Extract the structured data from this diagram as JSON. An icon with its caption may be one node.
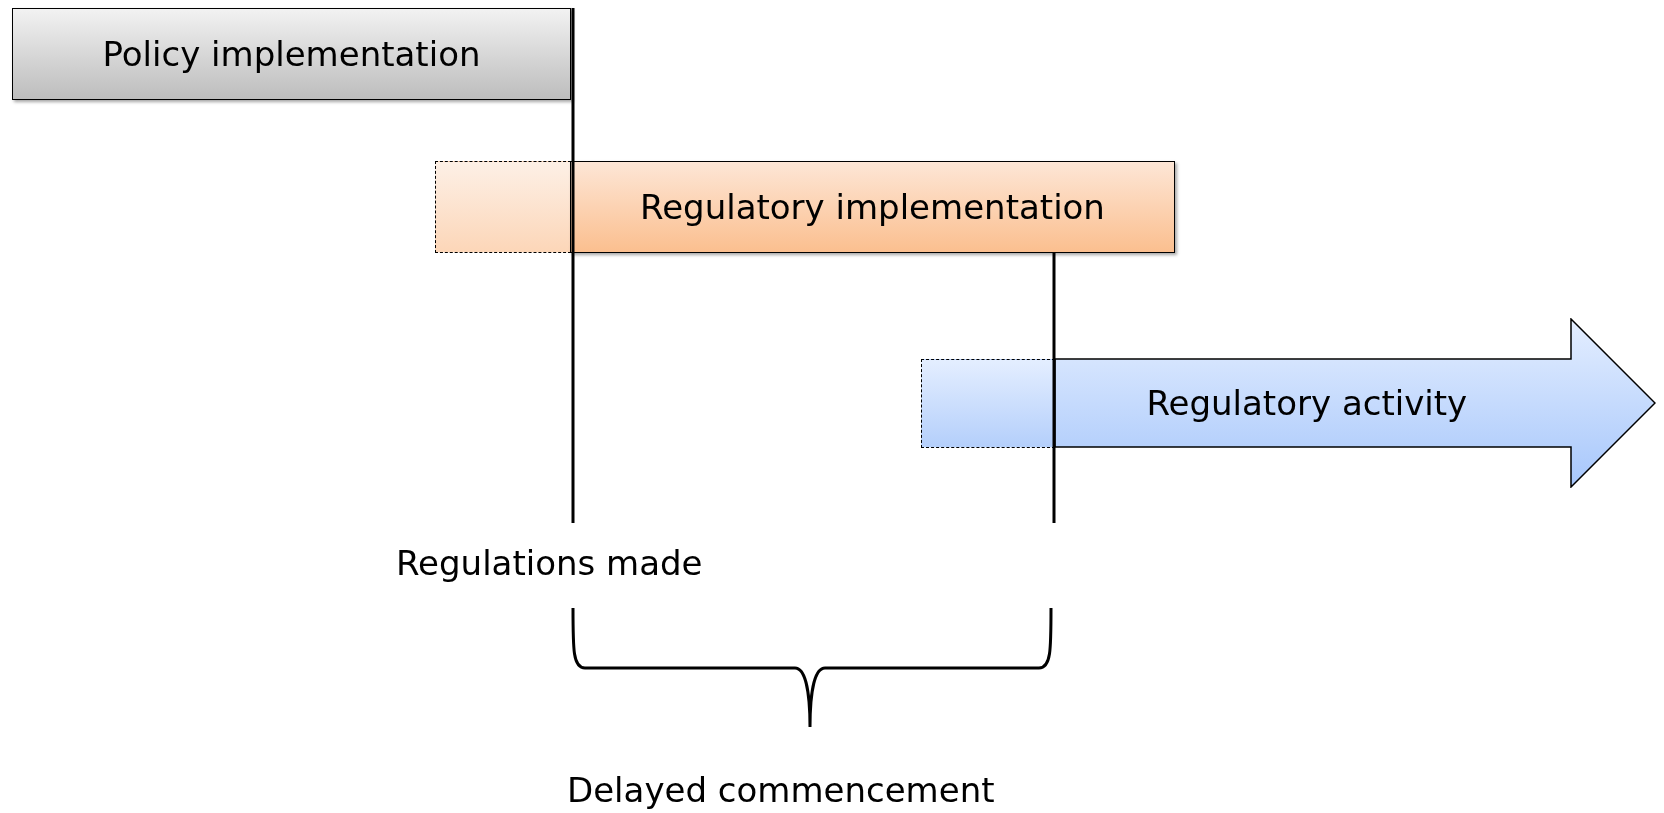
{
  "diagram": {
    "nodes": [
      {
        "text": [
          "Policy implementation"
        ]
      },
      {
        "text": [],
        "shape": "box"
      },
      {
        "text": [
          "Regulatory implementation"
        ]
      },
      {
        "text": [],
        "shape": "box"
      },
      {
        "text": [
          "Regulatory activity"
        ]
      }
    ],
    "labels": [
      "Regulations made",
      "Delayed commencement"
    ]
  }
}
